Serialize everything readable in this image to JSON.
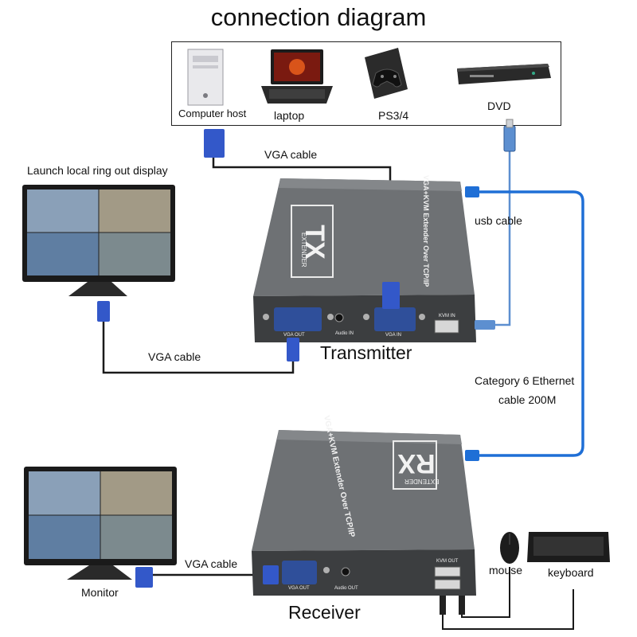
{
  "title": "connection diagram",
  "sources": {
    "computer_host": "Computer host",
    "laptop": "laptop",
    "ps": "PS3/4",
    "dvd": "DVD"
  },
  "cables": {
    "vga_top": "VGA cable",
    "usb": "usb cable",
    "vga_local": "VGA cable",
    "ethernet_line1": "Category 6 Ethernet",
    "ethernet_line2": "cable 200M",
    "vga_receiver": "VGA cable"
  },
  "labels": {
    "local_display": "Launch local ring out display",
    "transmitter": "Transmitter",
    "receiver": "Receiver",
    "monitor": "Monitor",
    "mouse": "mouse",
    "keyboard": "keyboard"
  },
  "tx_device": {
    "badge": "TX",
    "badge_sub": "EXTENDER",
    "side_text": "VGA+KVM Extender Over TCP/IP",
    "port_vga_out": "VGA OUT",
    "port_audio_in": "Audio IN",
    "port_vga_in": "VGA IN",
    "port_kvm_in": "KVM IN"
  },
  "rx_device": {
    "badge": "RX",
    "badge_sub": "EXTENDER",
    "side_text": "VGA+KVM Extender Over TCP/IP",
    "port_vga_out": "VGA OUT",
    "port_audio_out": "Audio OUT",
    "port_kvm_out": "KVM OUT"
  },
  "colors": {
    "device_body": "#6e7174",
    "device_front": "#3c3e40",
    "vga_connector": "#3358c9",
    "ethernet_cable": "#1f6fd6",
    "cable_black": "#1a1a1a"
  }
}
